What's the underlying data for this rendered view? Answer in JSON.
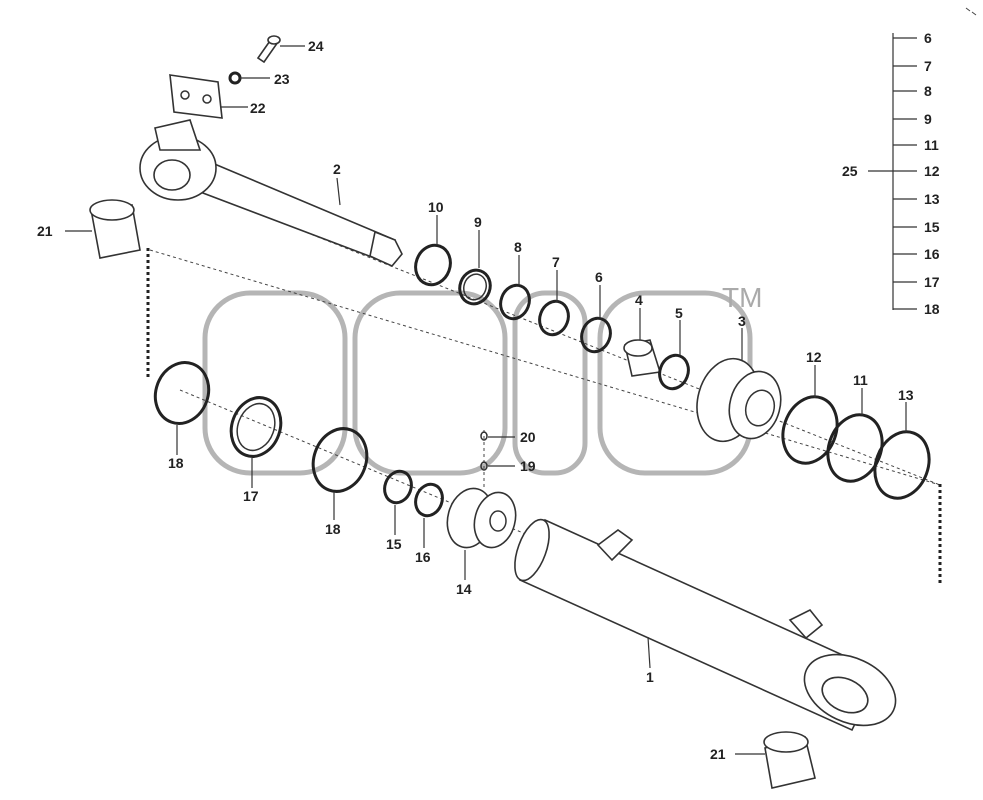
{
  "watermark": {
    "mark": "TM"
  },
  "labels": {
    "p1": "1",
    "p2": "2",
    "p3": "3",
    "p4": "4",
    "p5": "5",
    "p6": "6",
    "p7": "7",
    "p8": "8",
    "p9": "9",
    "p10": "10",
    "p11": "11",
    "p12": "12",
    "p13": "13",
    "p14": "14",
    "p15": "15",
    "p16": "16",
    "p17": "17",
    "p18a": "18",
    "p18b": "18",
    "p19": "19",
    "p20": "20",
    "p21a": "21",
    "p21b": "21",
    "p22": "22",
    "p23": "23",
    "p24": "24"
  },
  "kit": {
    "parent": "25",
    "members": [
      "6",
      "7",
      "8",
      "9",
      "11",
      "12",
      "13",
      "15",
      "16",
      "17",
      "18"
    ]
  }
}
